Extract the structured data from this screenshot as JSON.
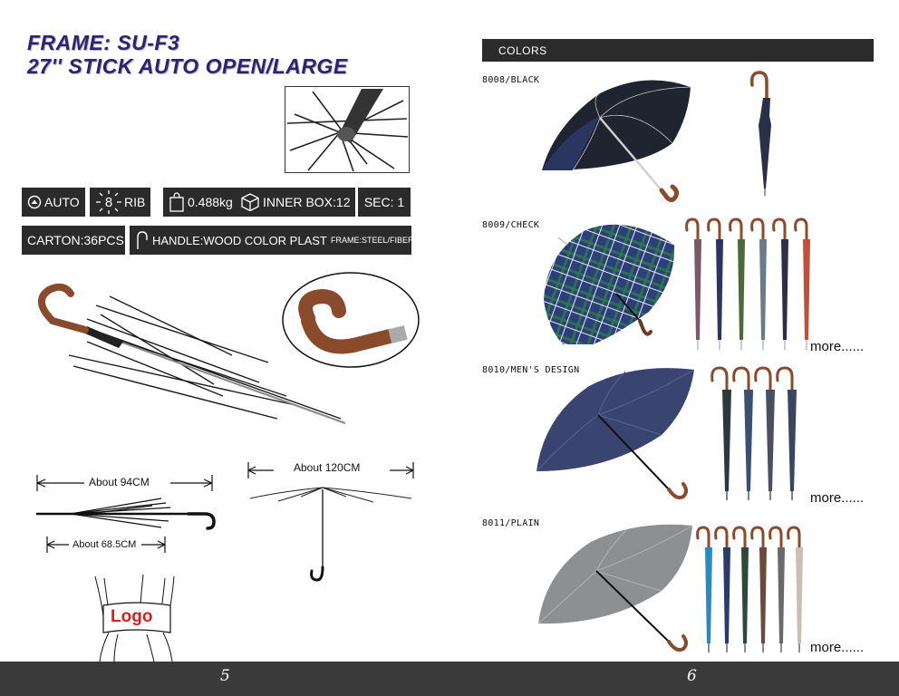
{
  "left_page": {
    "title_line1": "FRAME: SU-F3",
    "title_line2": "27'' STICK  AUTO OPEN/LARGE",
    "specs_row1": {
      "auto": "AUTO",
      "rib_count": "8",
      "rib": "RIB",
      "weight": "0.488kg",
      "inner_box": "INNER BOX:12",
      "sec": "SEC: 1"
    },
    "specs_row2": {
      "carton": "CARTON:36PCS",
      "handle": "HANDLE:WOOD COLOR PLASTIC",
      "frame": "FRAME:STEEL/FIBER"
    },
    "dimensions": {
      "folded_length": "About  94CM",
      "shaft_length": "About  68.5CM",
      "open_diameter": "About  120CM"
    },
    "logo_text": "Logo",
    "page_number": "5"
  },
  "right_page": {
    "section_title": "COLORS",
    "models": [
      {
        "code": "8008/BLACK",
        "more": ""
      },
      {
        "code": "8009/CHECK",
        "more": "more......"
      },
      {
        "code": "8010/MEN'S DESIGN",
        "more": "more......"
      },
      {
        "code": "8011/PLAIN",
        "more": "more......"
      }
    ],
    "page_number": "6"
  },
  "colors": {
    "title": "#2f2270",
    "badge_bg": "#2b2b2b",
    "footer_bg": "#3a3a3a",
    "handle_wood": "#8a4a2c",
    "canopy_black": "#1e2430",
    "canopy_check": "#2b3f7a",
    "canopy_navy": "#3a4470",
    "canopy_grey": "#8e8f93"
  },
  "icons": {
    "auto": "auto-open-icon",
    "rib": "rib-burst-icon",
    "weight": "weight-icon",
    "inner_box": "box-icon",
    "handle": "hook-handle-icon"
  }
}
